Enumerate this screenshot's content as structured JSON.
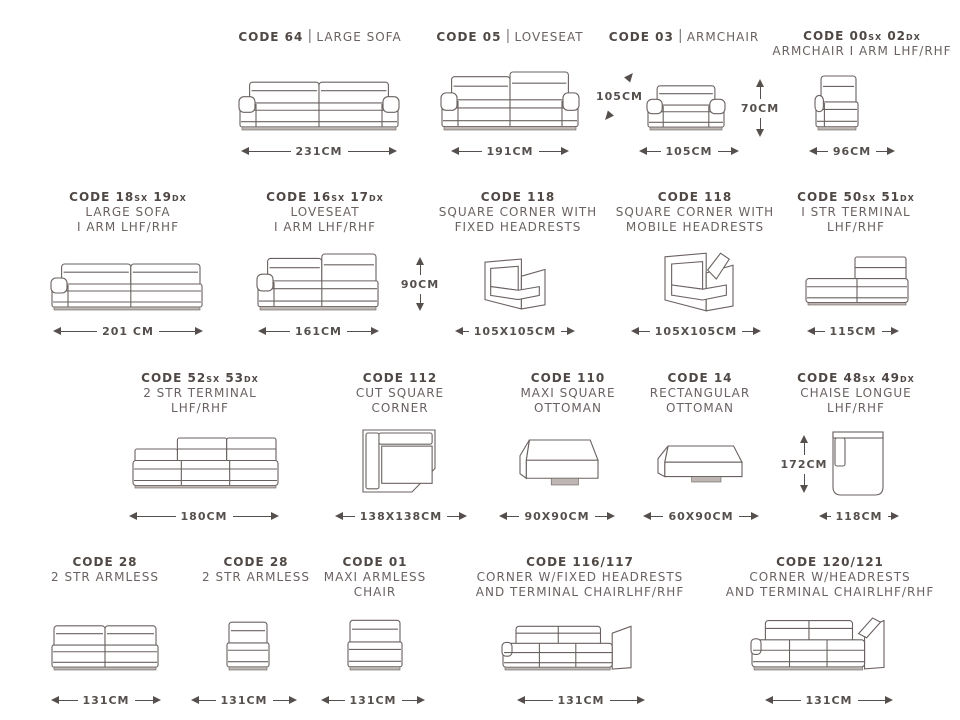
{
  "colors": {
    "line": "#6a6260",
    "text": "#5e5653"
  },
  "items": [
    {
      "code": "CODE 64",
      "lines": [
        "LARGE SOFA"
      ],
      "inline": true,
      "dim": "231CM"
    },
    {
      "code": "CODE 05",
      "lines": [
        "LOVESEAT"
      ],
      "inline": true,
      "dim": "191CM"
    },
    {
      "code": "CODE 03",
      "lines": [
        "ARMCHAIR"
      ],
      "inline": true,
      "dim": "105CM",
      "depth": "105CM",
      "height": "70CM"
    },
    {
      "code": "CODE 00sx 02dx",
      "lines": [
        "ARMCHAIR I ARM LHF/RHF"
      ],
      "dim": "96CM"
    },
    {
      "code": "CODE 18sx 19dx",
      "lines": [
        "LARGE SOFA",
        "I ARM LHF/RHF"
      ],
      "dim": "201 CM"
    },
    {
      "code": "CODE 16sx 17dx",
      "lines": [
        "LOVESEAT",
        "I ARM LHF/RHF"
      ],
      "dim": "161CM",
      "height": "90CM"
    },
    {
      "code": "CODE 118",
      "lines": [
        "SQUARE CORNER WITH",
        "FIXED HEADRESTS"
      ],
      "dim": "105X105CM"
    },
    {
      "code": "CODE 118",
      "lines": [
        "SQUARE CORNER WITH",
        "MOBILE HEADRESTS"
      ],
      "dim": "105X105CM"
    },
    {
      "code": "CODE 50sx 51dx",
      "lines": [
        "I STR TERMINAL",
        "LHF/RHF"
      ],
      "dim": "115CM"
    },
    {
      "code": "CODE 52sx 53dx",
      "lines": [
        "2 STR TERMINAL",
        "LHF/RHF"
      ],
      "dim": "180CM"
    },
    {
      "code": "CODE 112",
      "lines": [
        "CUT SQUARE",
        "CORNER"
      ],
      "dim": "138X138CM"
    },
    {
      "code": "CODE 110",
      "lines": [
        "MAXI SQUARE",
        "OTTOMAN"
      ],
      "dim": "90X90CM"
    },
    {
      "code": "CODE 14",
      "lines": [
        "RECTANGULAR",
        "OTTOMAN"
      ],
      "dim": "60X90CM"
    },
    {
      "code": "CODE 48sx 49dx",
      "lines": [
        "CHAISE LONGUE",
        "LHF/RHF"
      ],
      "dim": "118CM",
      "height": "172CM"
    },
    {
      "code": "CODE 28",
      "lines": [
        "2 STR ARMLESS"
      ],
      "dim": "131CM"
    },
    {
      "code": "CODE 28",
      "lines": [
        "2 STR ARMLESS"
      ],
      "dim": "131CM"
    },
    {
      "code": "CODE 01",
      "lines": [
        "MAXI ARMLESS",
        "CHAIR"
      ],
      "dim": "131CM"
    },
    {
      "code": "CODE 116/117",
      "lines": [
        "CORNER W/FIXED HEADRESTS",
        "AND TERMINAL CHAIRLHF/RHF"
      ],
      "dim": "131CM"
    },
    {
      "code": "CODE 120/121",
      "lines": [
        "CORNER W/HEADRESTS",
        "AND TERMINAL CHAIRLHF/RHF"
      ],
      "dim": "131CM"
    }
  ]
}
